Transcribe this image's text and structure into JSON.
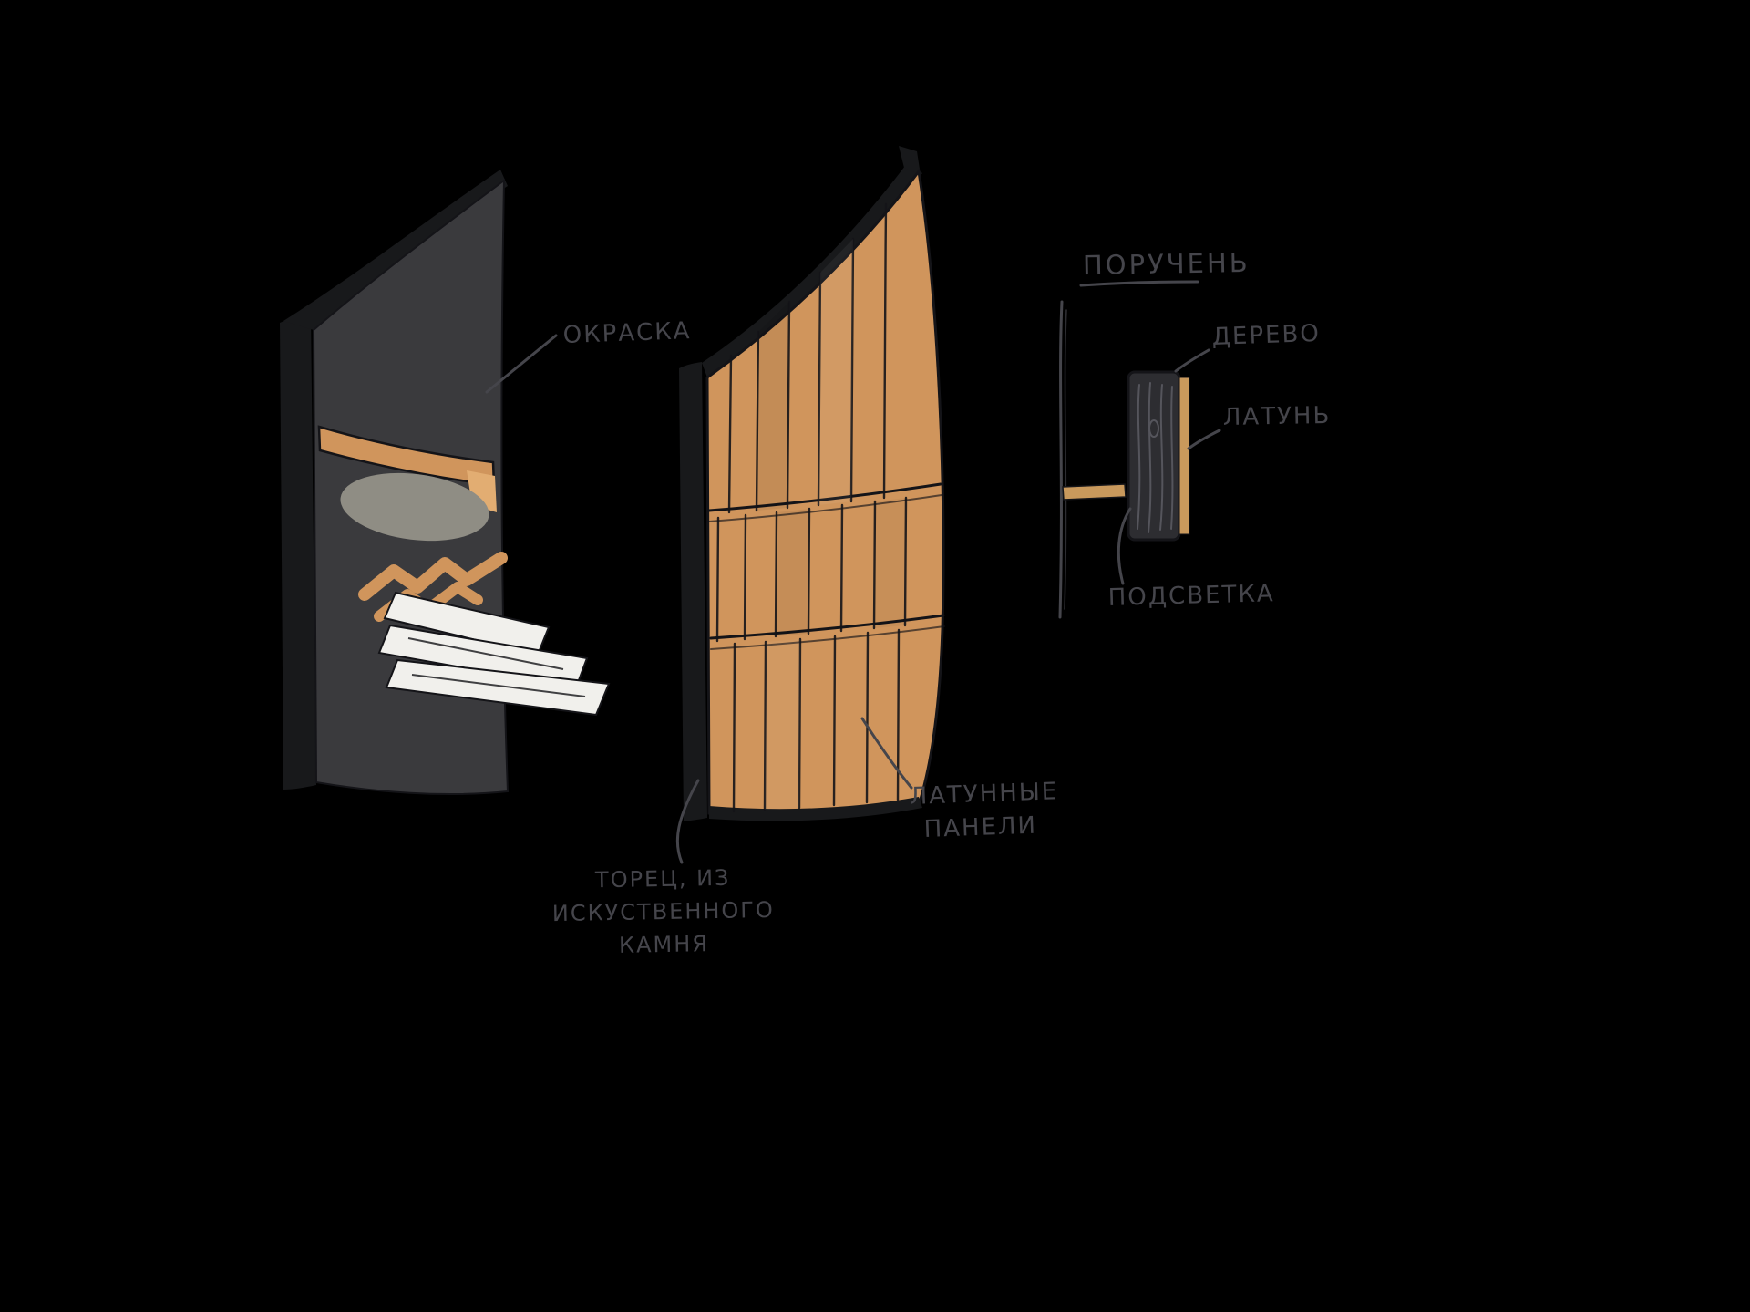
{
  "colors": {
    "background": "#000000",
    "line": "#45454b",
    "outline": "#141418",
    "panel_face": "#3a3a3d",
    "panel_edge": "#18191b",
    "wood": "#d0955c",
    "wood_light": "#e2ad72",
    "shadow_gray": "#8f8d84",
    "white": "#f1f0ec",
    "rail_wood": "#2d2d31",
    "rail_grain": "#55555c",
    "brass": "#c9995c"
  },
  "labels": {
    "paint": "ОКРАСКА",
    "brass_panels_line1": "ЛАТУННЫЕ",
    "brass_panels_line2": "ПАНЕЛИ",
    "stone_edge_line1": "ТОРЕЦ, ИЗ",
    "stone_edge_line2": "ИСКУСТВЕННОГО",
    "stone_edge_line3": "КАМНЯ",
    "handrail_title": "ПОРУЧЕНЬ",
    "wood": "ДЕРЕВО",
    "brass": "ЛАТУНЬ",
    "backlight": "ПОДСВЕТКА"
  }
}
